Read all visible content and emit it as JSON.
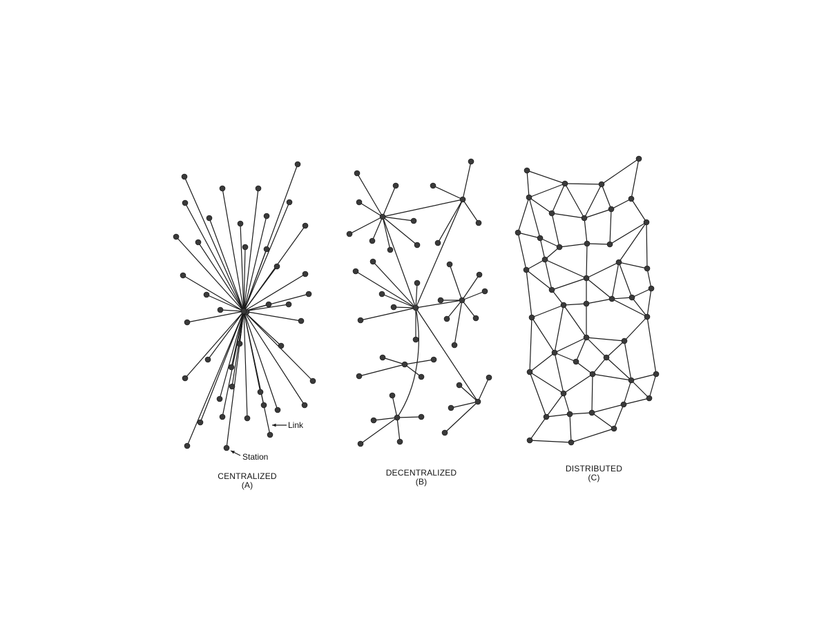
{
  "diagrams": [
    {
      "id": "centralized",
      "title": "CENTRALIZED",
      "label": "(A)"
    },
    {
      "id": "decentralized",
      "title": "DECENTRALIZED",
      "label": "(B)"
    },
    {
      "id": "distributed",
      "title": "DISTRIBUTED",
      "label": "(C)"
    }
  ],
  "annotations": {
    "link": "Link",
    "station": "Station"
  },
  "colors": {
    "node": "#3a3a3a",
    "edge": "#1a1a1a",
    "background": "#ffffff"
  }
}
